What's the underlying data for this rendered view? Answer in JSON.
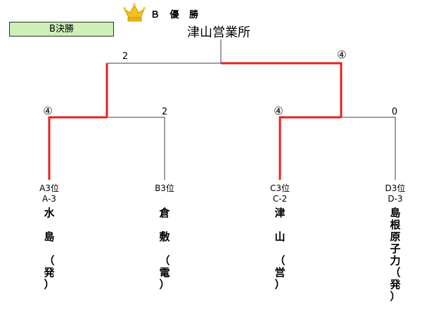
{
  "stage_badge": "B決勝",
  "champion": {
    "label": "Ｂ 優 勝",
    "name": "津山営業所",
    "crown_icon": "crown-icon"
  },
  "colors": {
    "winner_line": "#e81f1f",
    "line": "#3c3c3c",
    "badge_bg": "#cbf0b8",
    "crown": "#f2c21a"
  },
  "final": {
    "left_score": "2",
    "right_score": "④"
  },
  "semis": [
    {
      "left_score": "④",
      "right_score": "2"
    },
    {
      "left_score": "④",
      "right_score": "0"
    }
  ],
  "teams": [
    {
      "rank": "A3位",
      "code": "A-3",
      "name": [
        "水",
        "",
        "島",
        "",
        "（",
        "発",
        "）"
      ]
    },
    {
      "rank": "B3位",
      "code": "",
      "name": [
        "倉",
        "",
        "敷",
        "",
        "（",
        "電",
        "）"
      ]
    },
    {
      "rank": "C3位",
      "code": "C-2",
      "name": [
        "津",
        "",
        "山",
        "",
        "（",
        "営",
        "）"
      ]
    },
    {
      "rank": "D3位",
      "code": "D-3",
      "name": [
        "島",
        "根",
        "原",
        "子",
        "力",
        "（",
        "発",
        "）"
      ]
    }
  ]
}
